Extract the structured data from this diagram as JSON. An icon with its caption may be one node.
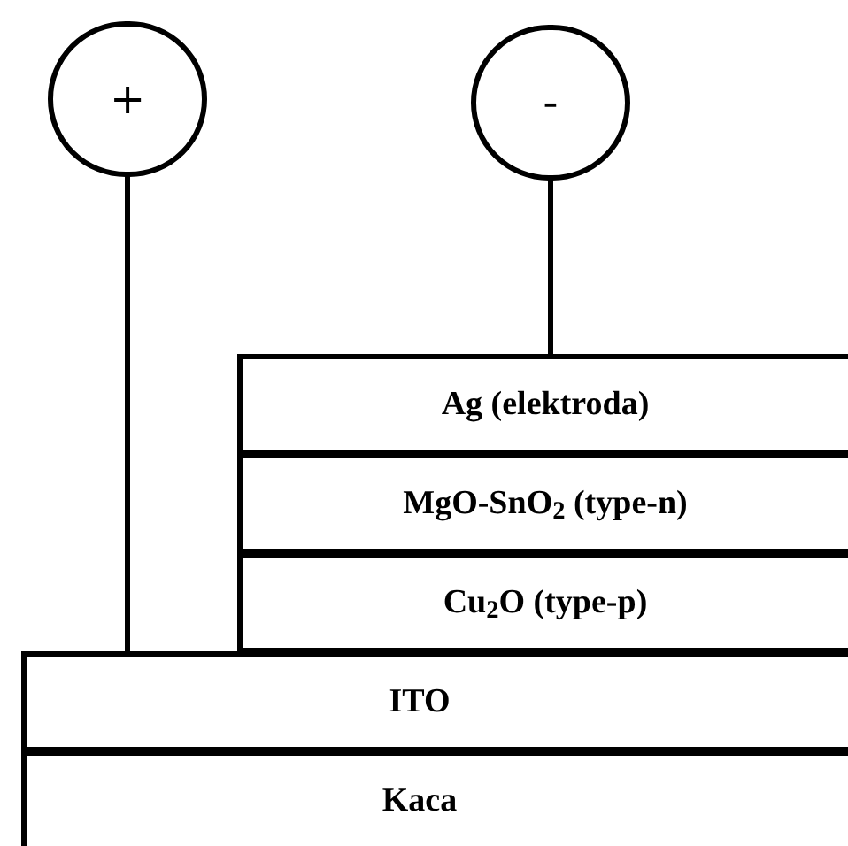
{
  "diagram": {
    "nodes": [
      {
        "text": [
          "+"
        ]
      },
      {
        "text": [
          "-"
        ]
      },
      {
        "text": [
          "Ag (elektroda)"
        ]
      },
      {
        "text": [
          "MgO-SnO$_{2}$ (type-n)"
        ]
      },
      {
        "text": [
          "Cu$_{2}$O (type-p)"
        ]
      },
      {
        "text": [
          "ITO"
        ]
      },
      {
        "text": [
          "Kaca"
        ]
      }
    ],
    "edges": [
      {
        "from": 0,
        "to": 5,
        "arrow": "none"
      },
      {
        "from": 1,
        "to": 2,
        "arrow": "none"
      }
    ]
  }
}
